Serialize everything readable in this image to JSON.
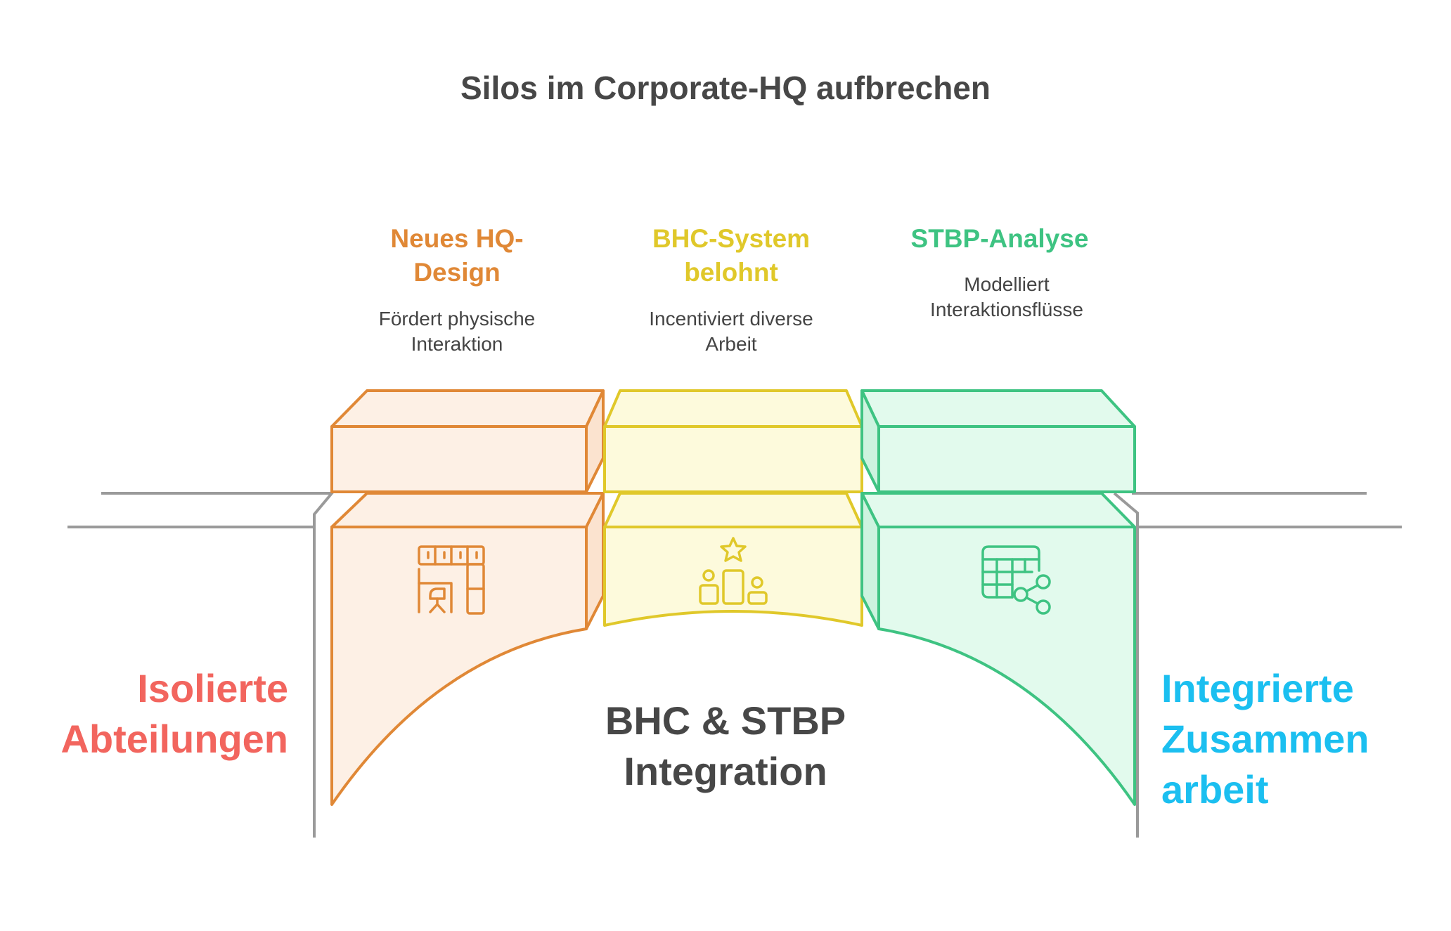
{
  "title": "Silos im Corporate-HQ aufbrechen",
  "left_label": "Isolierte Abteilungen",
  "right_label": "Integrierte Zusammen arbeit",
  "center_label": "BHC & STBP Integration",
  "columns": [
    {
      "heading": "Neues HQ-Design",
      "description": "Fördert physische Interaktion",
      "icon": "office-layout-icon",
      "color": "#e08836",
      "fill": "#fdf0e5"
    },
    {
      "heading": "BHC-System belohnt",
      "description": "Incentiviert diverse Arbeit",
      "icon": "podium-star-icon",
      "color": "#e0c82a",
      "fill": "#fdfadc"
    },
    {
      "heading": "STBP-Analyse",
      "description": "Modelliert Interaktionsflüsse",
      "icon": "table-share-icon",
      "color": "#3ec382",
      "fill": "#e2faed"
    }
  ],
  "colors": {
    "left_label": "#f2655e",
    "right_label": "#1bbff0",
    "ground": "#9a9a9a",
    "text": "#474747"
  }
}
